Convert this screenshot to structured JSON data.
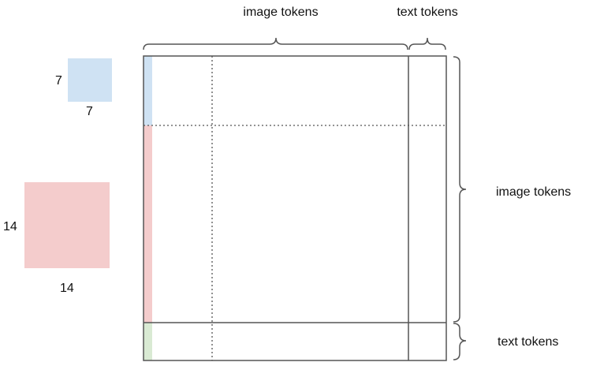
{
  "top_labels": {
    "image_tokens": "image tokens",
    "text_tokens": "text tokens"
  },
  "right_labels": {
    "image_tokens": "image tokens",
    "text_tokens": "text tokens"
  },
  "small_square": {
    "width_label": "7",
    "height_label": "7",
    "color": "#cfe2f3"
  },
  "large_square": {
    "width_label": "14",
    "height_label": "14",
    "color": "#f4cccc"
  },
  "strip_colors": {
    "blue": "#cfe2f3",
    "red": "#f4cccc",
    "green": "#d9ead3"
  },
  "line_color": "#555555"
}
